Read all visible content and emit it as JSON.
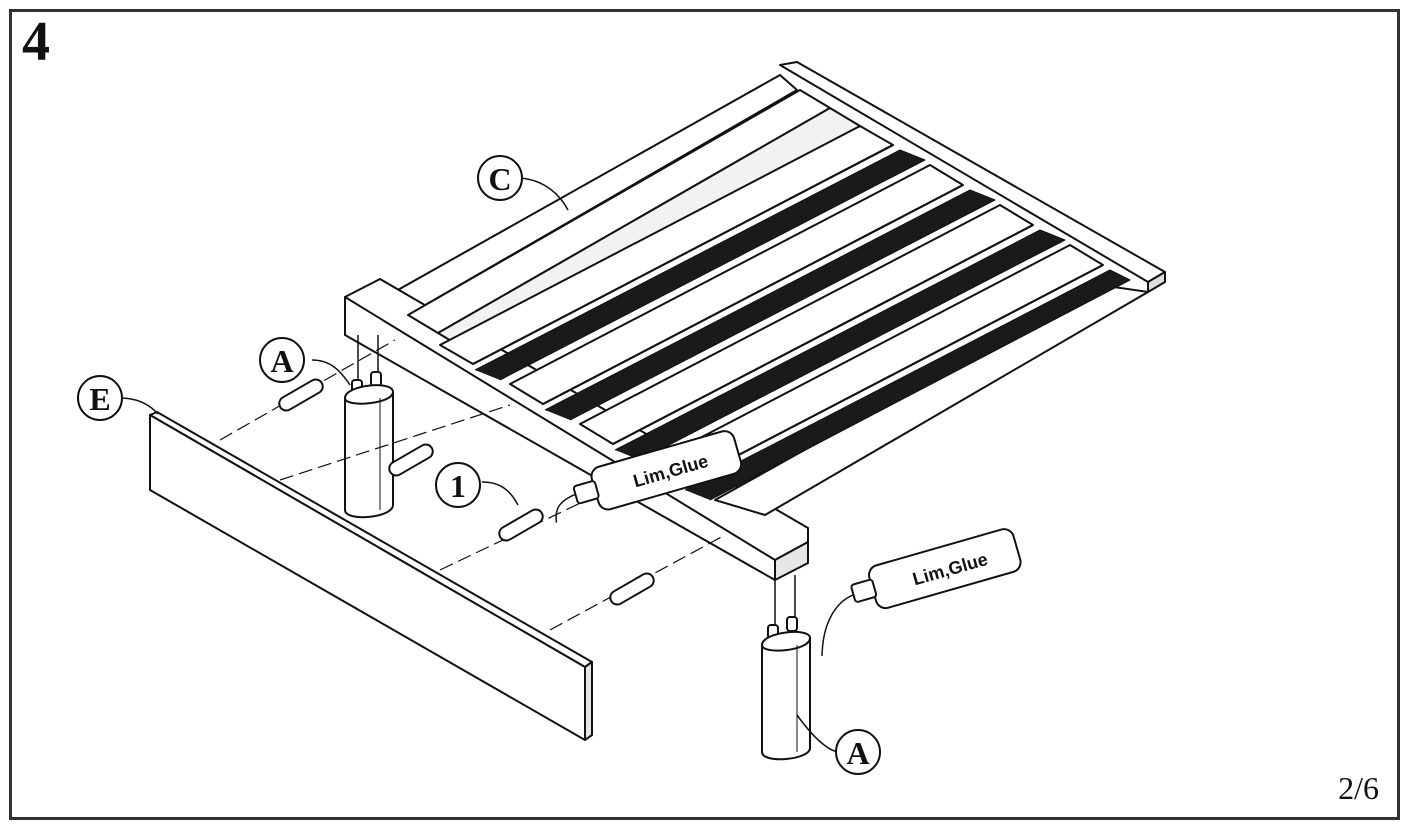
{
  "step": "4",
  "page": "2/6",
  "parts": {
    "panel_c": "C",
    "leg_a_back": "A",
    "leg_a_front": "A",
    "rail_e": "E",
    "dowel_1": "1"
  },
  "glue_tubes": [
    "Lim,Glue",
    "Lim,Glue"
  ],
  "colors": {
    "line": "#111111",
    "frame": "#333333",
    "fill": "#ffffff"
  }
}
